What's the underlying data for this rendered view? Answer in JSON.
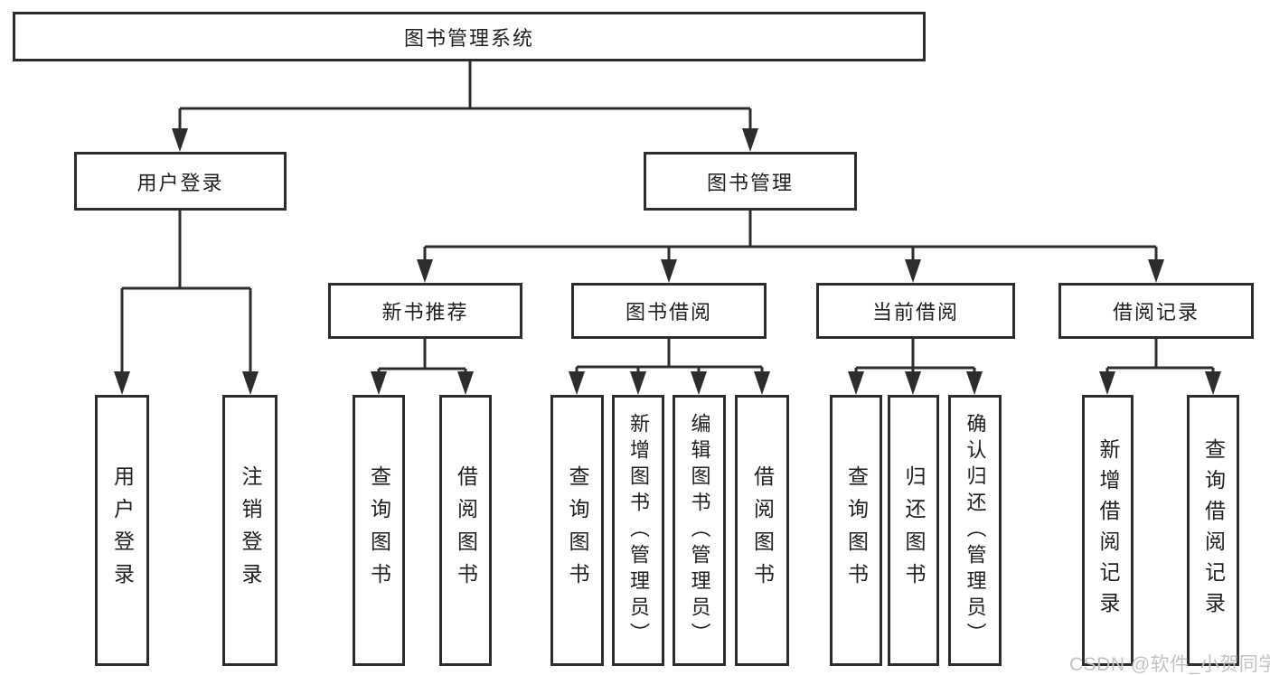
{
  "diagram_title": "图书管理系统",
  "nodes": {
    "root": "图书管理系统",
    "user_login": "用户登录",
    "book_mgmt": "图书管理",
    "new_book_rec": "新书推荐",
    "book_borrow": "图书借阅",
    "current_borrow": "当前借阅",
    "borrow_record": "借阅记录",
    "ul_login": "用户登录",
    "ul_logout": "注销登录",
    "nb_query": "查询图书",
    "nb_borrow": "借阅图书",
    "bb_query": "查询图书",
    "bb_add": "新增图书（管理员）",
    "bb_edit": "编辑图书（管理员）",
    "bb_borrow": "借阅图书",
    "cb_query": "查询图书",
    "cb_return": "归还图书",
    "cb_confirm": "确认归还（管理员）",
    "br_add": "新增借阅记录",
    "br_query": "查询借阅记录"
  },
  "hierarchy": {
    "图书管理系统": {
      "用户登录": [
        "用户登录",
        "注销登录"
      ],
      "图书管理": {
        "新书推荐": [
          "查询图书",
          "借阅图书"
        ],
        "图书借阅": [
          "查询图书",
          "新增图书（管理员）",
          "编辑图书（管理员）",
          "借阅图书"
        ],
        "当前借阅": [
          "查询图书",
          "归还图书",
          "确认归还（管理员）"
        ],
        "借阅记录": [
          "新增借阅记录",
          "查询借阅记录"
        ]
      }
    }
  },
  "watermark": "CSDN @软件_小贺同学",
  "colors": {
    "line": "#2d2d2d",
    "text": "#1f1f1f",
    "background": "#ffffff",
    "watermark": "#c2c2c2"
  }
}
